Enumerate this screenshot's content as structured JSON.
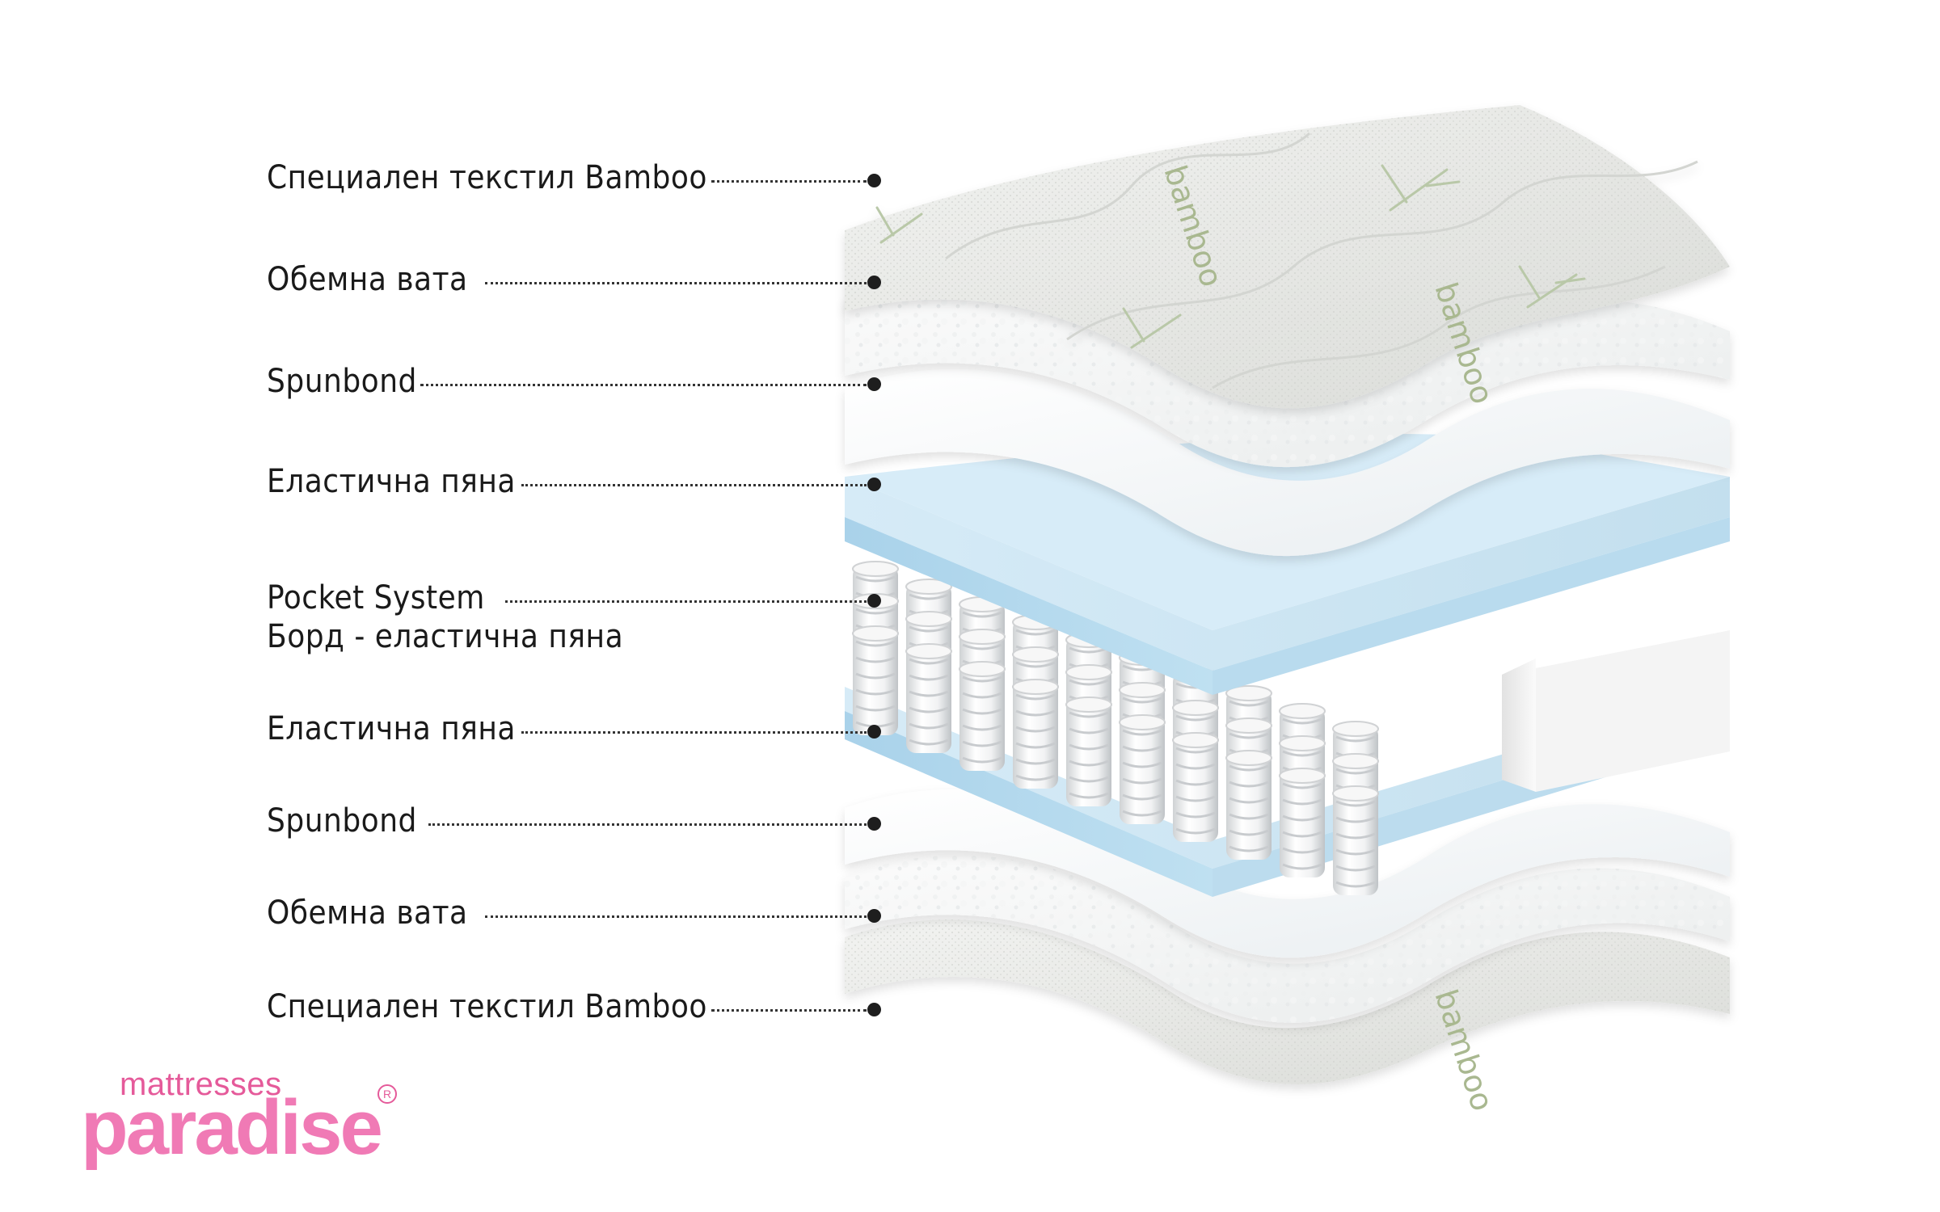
{
  "layers": [
    {
      "label": "Специален текстил Bamboo"
    },
    {
      "label": "Обемна вата"
    },
    {
      "label": "Spunbond"
    },
    {
      "label": "Еластична пяна"
    },
    {
      "label": "Pocket System",
      "sublabel": "Борд - еластична пяна"
    },
    {
      "label": "Еластична пяна"
    },
    {
      "label": "Spunbond"
    },
    {
      "label": "Обемна вата"
    },
    {
      "label": "Специален текстил Bamboo"
    }
  ],
  "fabric_print": [
    "bamboo",
    "bamboo",
    "bamboo"
  ],
  "logo": {
    "top": "mattresses",
    "main": "paradise",
    "registered": "R"
  },
  "colors": {
    "foam_blue": "#cfe6f3",
    "fabric_gray": "#e8e9e6",
    "logo_pink": "#f07ab5",
    "leader_dot": "#1e1e1e"
  }
}
